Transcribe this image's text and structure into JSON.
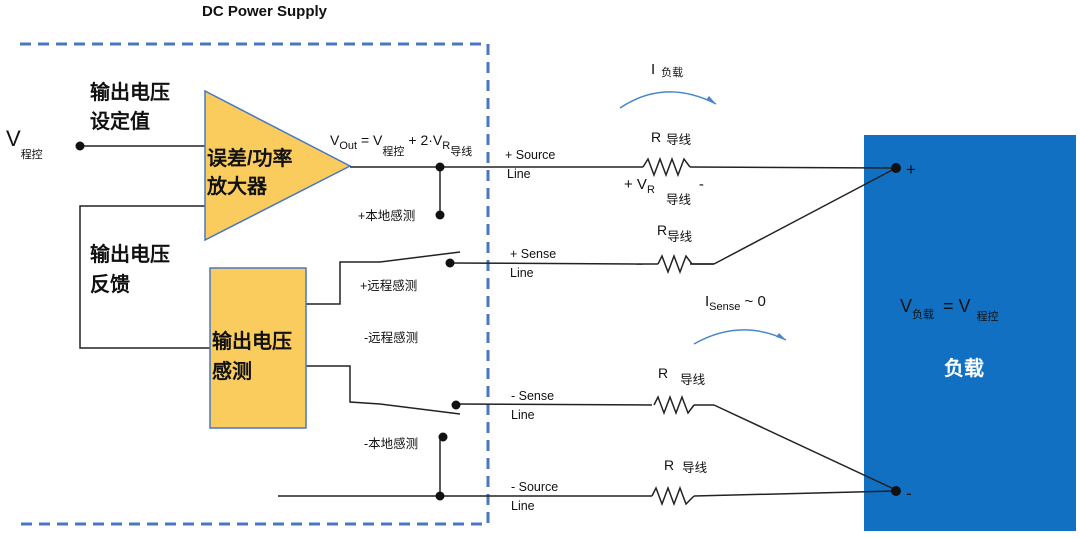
{
  "title": "DC Power Supply",
  "colors": {
    "box_border": "#4a77c2",
    "amp_fill": "#f9cc5d",
    "load_fill": "#1170c2",
    "wire": "#222222",
    "arrow": "#4a86c8"
  },
  "left": {
    "v_main": "V",
    "v_sub": "程控",
    "setpoint_line1": "输出电压",
    "setpoint_line2": "设定值",
    "feedback_line1": "输出电压",
    "feedback_line2": "反馈"
  },
  "amplifier": {
    "line1": "误差/功率",
    "line2": "放大器"
  },
  "sense_block": {
    "line1": "输出电压",
    "line2": "感测"
  },
  "vout": {
    "v1": "V",
    "v1_sub": "Out",
    "eq": " = ",
    "v2": "V",
    "v2_sub": "程控",
    "plus": "+ 2·V",
    "r_sub": "R",
    "lead": "导线"
  },
  "switches": {
    "local_plus": "+本地感测",
    "remote_plus": "+远程感测",
    "remote_minus": "-远程感测",
    "local_minus": "-本地感测"
  },
  "lines": {
    "source_plus": "+ Source",
    "sense_plus": "+ Sense",
    "sense_minus": "- Sense",
    "source_minus": "- Source",
    "line_word": "Line"
  },
  "current_top": {
    "i": "I",
    "sub": "负载"
  },
  "current_sense": {
    "i": "I",
    "sub": "Sense",
    "approx": " ~ 0"
  },
  "resistors": {
    "r": "R",
    "lead": "导线",
    "vr_plus": "+ V",
    "vr_sub": "R",
    "vr_minus": "-"
  },
  "load": {
    "plus": "+",
    "minus": "-",
    "v": "V",
    "v_sub": "负载",
    "eq": " = V",
    "v2_sub": "程控",
    "label": "负载"
  }
}
